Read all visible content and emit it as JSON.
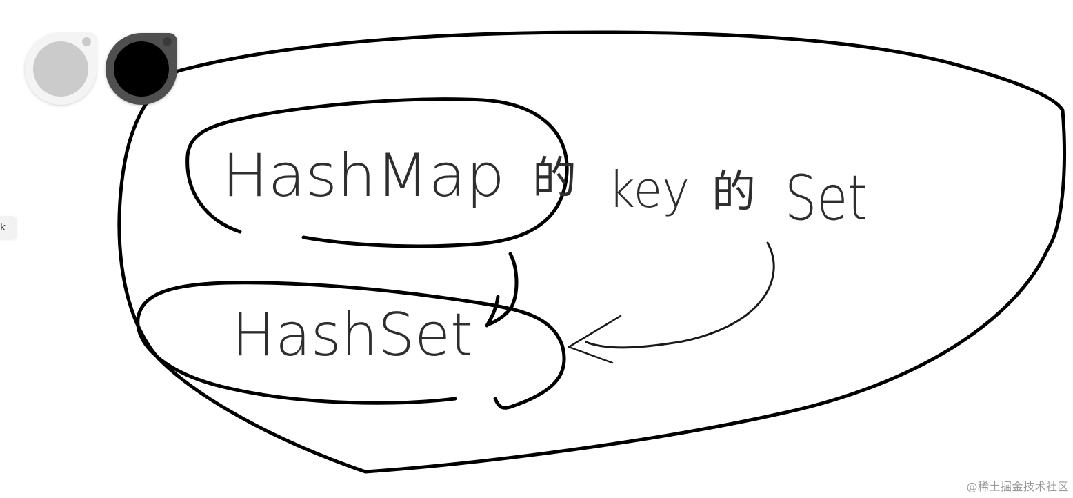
{
  "toolbar": {
    "color_swatches": [
      {
        "name": "light-gray",
        "color": "#cbcbcb",
        "selected": false
      },
      {
        "name": "black",
        "color": "#000000",
        "selected": true
      }
    ],
    "side_tab_label": "k"
  },
  "drawing": {
    "stroke_color": "#000000",
    "labels": {
      "top_line": "HashMap 的 key 的 Set",
      "hashmap": "HashMap",
      "de1": "的",
      "key": "key",
      "de2": "的",
      "set": "Set",
      "hashset": "HashSet"
    }
  },
  "watermark": "@稀土掘金技术社区"
}
